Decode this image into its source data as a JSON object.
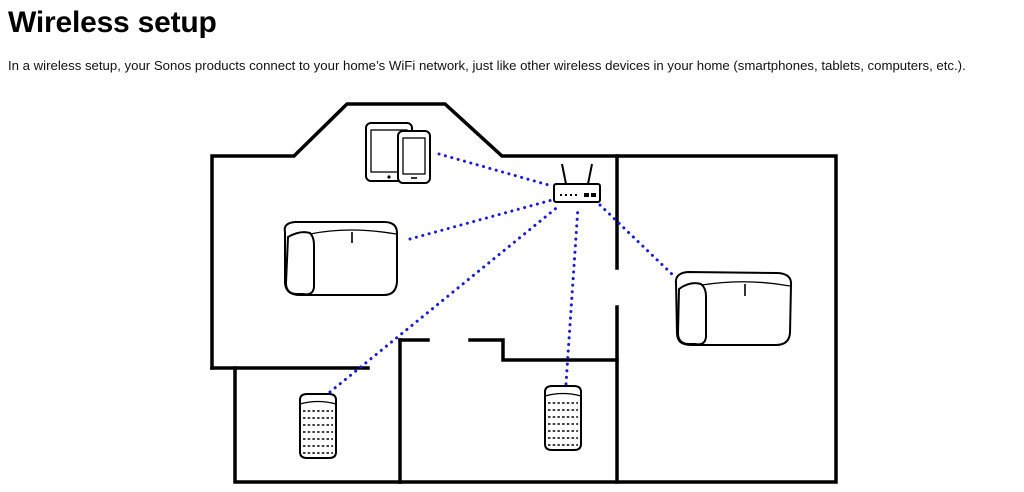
{
  "page": {
    "title": "Wireless setup",
    "intro": "In a wireless setup, your Sonos products connect to your home’s WiFi network, just like other wireless devices in your home (smartphones, tablets, computers, etc.)."
  },
  "diagram": {
    "signal_color": "#1a1adb",
    "icons": [
      "house-floorplan",
      "router-icon",
      "tablet-icon",
      "smartphone-icon",
      "speaker-large-icon",
      "speaker-small-icon"
    ]
  }
}
